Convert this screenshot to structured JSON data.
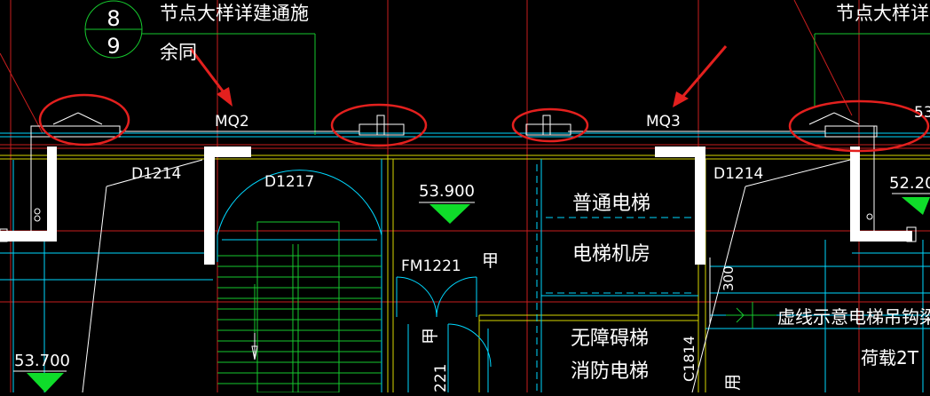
{
  "colors": {
    "background": "#000000",
    "wall": "#ffffff",
    "grid_red": "#d21e1e",
    "cyan": "#00e5ff",
    "green": "#16d232",
    "yellow": "#e6e600",
    "annotation_red": "#e3201e",
    "text": "#ffffff",
    "level_marker": "#0fdc2a"
  },
  "detail_callout": {
    "top": "8",
    "bottom": "9"
  },
  "notes": {
    "left_line1": "节点大样详建通施",
    "left_line2": "余同",
    "right_line1": "节点大样详建"
  },
  "labels": {
    "mq2": "MQ2",
    "mq3": "MQ3",
    "d1214_left": "D1214",
    "d1217": "D1217",
    "d1214_right": "D1214",
    "fm1221": "FM1221",
    "jia_1": "甲",
    "jia_2": "甲",
    "dim_300": "300",
    "code_221": "221",
    "code_1814": "C1814",
    "partial_53": "53",
    "partial_right": "用"
  },
  "elevations": {
    "center": "53.900",
    "right": "52.20",
    "left": "53.700"
  },
  "elevator": {
    "label_1": "普通电梯",
    "label_2": "电梯机房",
    "label_3": "无障碍梯",
    "label_4": "消防电梯"
  },
  "side_notes": {
    "line1": "虚线示意电梯吊钩梁",
    "line2": "荷载2T"
  }
}
